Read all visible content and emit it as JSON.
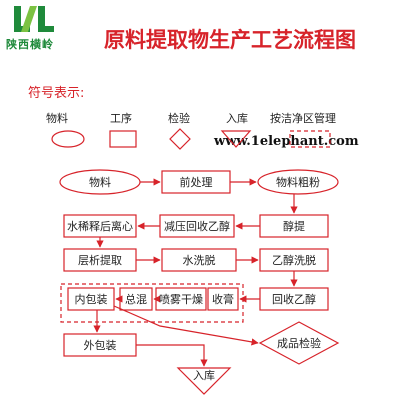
{
  "header": {
    "company": "陕西横岭",
    "title": "原料提取物生产工艺流程图"
  },
  "legend": {
    "heading": "符号表示:",
    "items": [
      {
        "label": "物料",
        "shape": "ellipse"
      },
      {
        "label": "工序",
        "shape": "rectangle"
      },
      {
        "label": "检验",
        "shape": "diamond"
      },
      {
        "label": "入库",
        "shape": "triangle"
      },
      {
        "label": "按洁净区管理",
        "shape": "dashed-rectangle"
      }
    ]
  },
  "watermark": "www.1elephant.com",
  "flow": {
    "raw_material": "物料",
    "pretreatment": "前处理",
    "crude_powder": "物料粗粉",
    "alcohol_extraction": "醇提",
    "vacuum_ethanol_recovery": "减压回收乙醇",
    "water_dilution_centrifuge": "水稀释后离心",
    "column_extraction": "层析提取",
    "water_elution": "水洗脱",
    "ethanol_elution": "乙醇洗脱",
    "ethanol_recovery": "回收乙醇",
    "concentrate": "收膏",
    "spray_drying": "喷雾干燥",
    "blending": "总混",
    "inner_packing": "内包装",
    "outer_packing": "外包装",
    "product_inspection": "成品检验",
    "warehousing": "入库"
  },
  "colors": {
    "line": "#d7232a",
    "title": "#d7232a",
    "logo": "#1f8a3b"
  }
}
